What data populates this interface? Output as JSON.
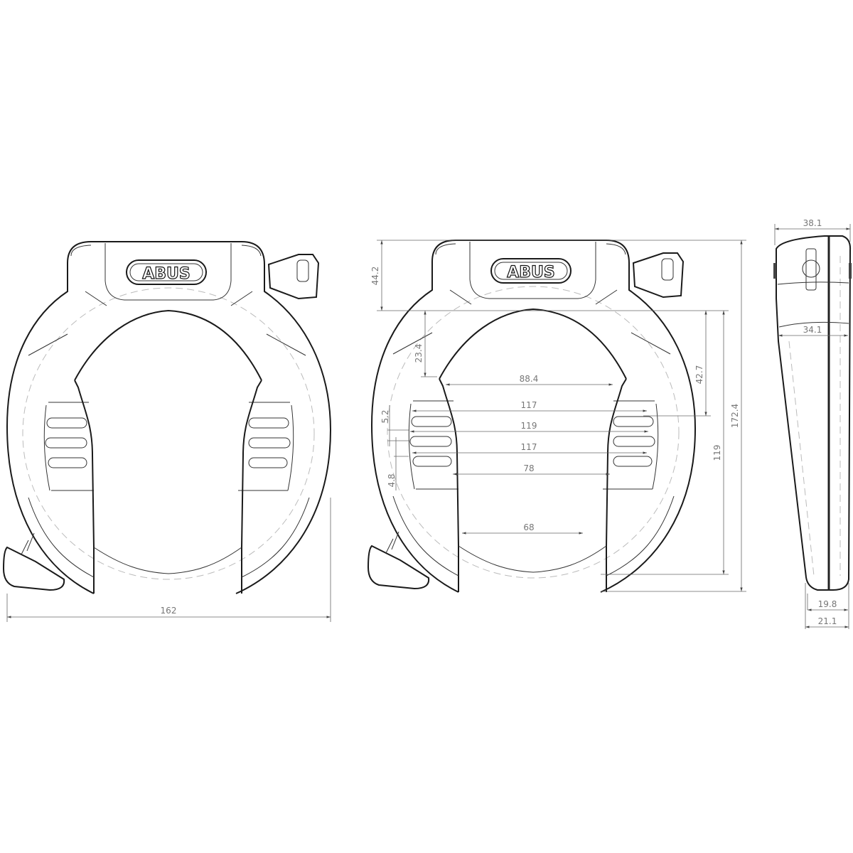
{
  "brand_logo": "ABUS",
  "views": {
    "front_left": {
      "width": "162"
    },
    "front_dimensioned": {
      "housing_height": "44.2",
      "shackle_offset": "23.4",
      "inner_width_top": "88.4",
      "frame_width_1": "117",
      "frame_width_2": "119",
      "frame_width_3": "117",
      "leg_width": "78",
      "gap_width": "68",
      "slot_height": "5.2",
      "slot_spacing": "4.8",
      "frame_height": "42.7",
      "inner_height": "119",
      "total_height": "172.4"
    },
    "side": {
      "top_depth": "38.1",
      "mid_depth": "34.1",
      "bottom_depth_inner": "19.8",
      "bottom_depth_outer": "21.1"
    }
  }
}
